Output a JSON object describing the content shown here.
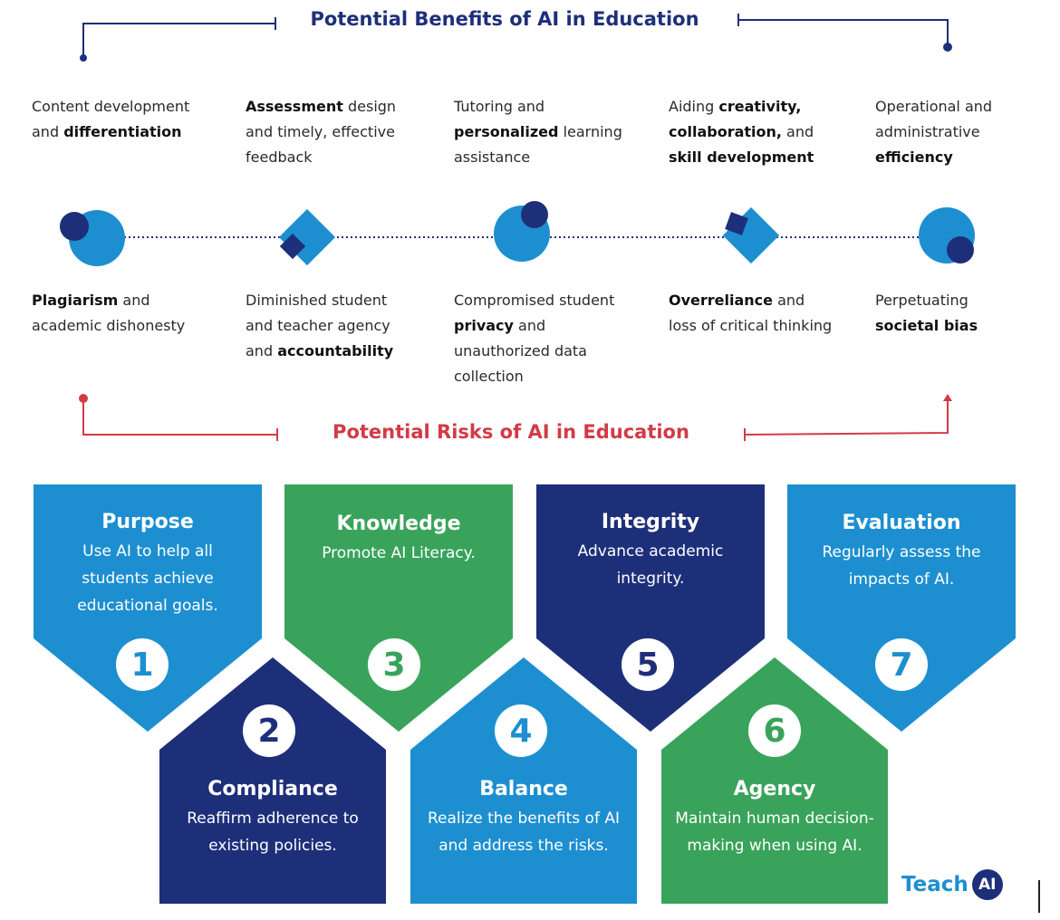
{
  "benefits_title": "Potential Benefits of AI in Education",
  "risks_title": "Potential Risks of AI in Education",
  "benefits": [
    {
      "parts": [
        {
          "t": "Content development and ",
          "b": false
        },
        {
          "t": "differentiation",
          "b": true
        }
      ]
    },
    {
      "parts": [
        {
          "t": "Assessment",
          "b": true
        },
        {
          "t": " design and timely, effective feedback",
          "b": false
        }
      ]
    },
    {
      "parts": [
        {
          "t": "Tutoring and ",
          "b": false
        },
        {
          "t": "personalized",
          "b": true
        },
        {
          "t": " learning assistance",
          "b": false
        }
      ]
    },
    {
      "parts": [
        {
          "t": "Aiding ",
          "b": false
        },
        {
          "t": "creativity, collaboration,",
          "b": true
        },
        {
          "t": " and ",
          "b": false
        },
        {
          "t": "skill development",
          "b": true
        }
      ]
    },
    {
      "parts": [
        {
          "t": "Operational and administrative ",
          "b": false
        },
        {
          "t": "efficiency",
          "b": true
        }
      ]
    }
  ],
  "risks": [
    {
      "parts": [
        {
          "t": "Plagiarism",
          "b": true
        },
        {
          "t": " and academic dishonesty",
          "b": false
        }
      ]
    },
    {
      "parts": [
        {
          "t": "Diminished student and teacher agency and ",
          "b": false
        },
        {
          "t": "accountability",
          "b": true
        }
      ]
    },
    {
      "parts": [
        {
          "t": "Compromised student ",
          "b": false
        },
        {
          "t": "privacy",
          "b": true
        },
        {
          "t": " and unauthorized data collection",
          "b": false
        }
      ]
    },
    {
      "parts": [
        {
          "t": "Overreliance",
          "b": true
        },
        {
          "t": " and loss of critical thinking",
          "b": false
        }
      ]
    },
    {
      "parts": [
        {
          "t": "Perpetuating ",
          "b": false
        },
        {
          "t": "societal bias",
          "b": true
        }
      ]
    }
  ],
  "principles": [
    {
      "number": "1",
      "title": "Purpose",
      "desc": "Use AI to help all students achieve educational goals.",
      "color": "#1d8fd0",
      "num_color": "#1d8fd0"
    },
    {
      "number": "2",
      "title": "Compliance",
      "desc": "Reaffirm adherence to existing policies.",
      "color": "#1e2f7a",
      "num_color": "#1e2f7a"
    },
    {
      "number": "3",
      "title": "Knowledge",
      "desc": "Promote AI Literacy.",
      "color": "#3aa35b",
      "num_color": "#3aa35b"
    },
    {
      "number": "4",
      "title": "Balance",
      "desc": "Realize the benefits of AI and address the risks.",
      "color": "#1d8fd0",
      "num_color": "#1d8fd0"
    },
    {
      "number": "5",
      "title": "Integrity",
      "desc": "Advance academic integrity.",
      "color": "#1e2f7a",
      "num_color": "#1e2f7a"
    },
    {
      "number": "6",
      "title": "Agency",
      "desc": "Maintain human decision-making when using AI.",
      "color": "#3aa35b",
      "num_color": "#3aa35b"
    },
    {
      "number": "7",
      "title": "Evaluation",
      "desc": "Regularly assess the impacts of AI.",
      "color": "#1d8fd0",
      "num_color": "#1d8fd0"
    }
  ],
  "colors": {
    "navy": "#1e2f7a",
    "blue": "#1d8fd0",
    "green": "#3aa35b",
    "red": "#d23b46"
  },
  "logo": {
    "word": "Teach",
    "badge": "AI"
  }
}
